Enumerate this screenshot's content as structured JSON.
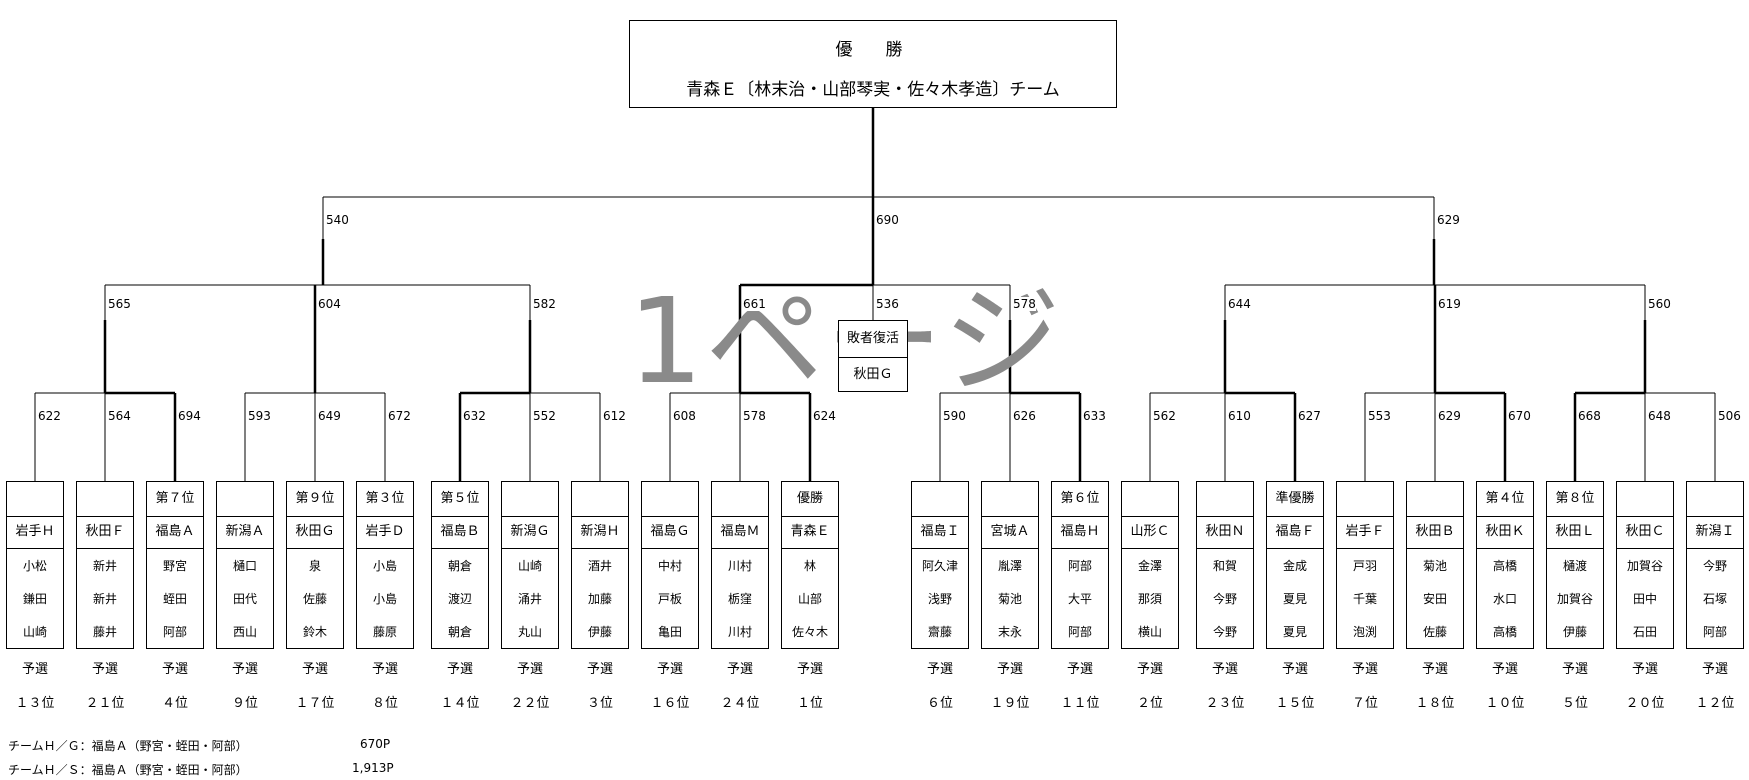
{
  "champion": {
    "title": "優　勝",
    "team_line": "青森Ｅ〔林末治・山部琴実・佐々木孝造〕チーム"
  },
  "watermark": "1ページ",
  "revival": {
    "title": "敗者復活",
    "team": "秋田Ｇ"
  },
  "scores": {
    "top": [
      "540",
      "690",
      "629"
    ],
    "mid": [
      "565",
      "604",
      "582",
      "661",
      "536",
      "578",
      "644",
      "619",
      "560"
    ],
    "low": [
      "622",
      "564",
      "694",
      "593",
      "649",
      "672",
      "632",
      "552",
      "612",
      "608",
      "578",
      "624",
      "590",
      "626",
      "633",
      "562",
      "610",
      "627",
      "553",
      "629",
      "670",
      "668",
      "648",
      "506"
    ]
  },
  "teams": [
    {
      "rank": "",
      "name": "岩手Ｈ",
      "members": [
        "小松",
        "鎌田",
        "山崎"
      ],
      "stage": "予選",
      "place": "１３位"
    },
    {
      "rank": "",
      "name": "秋田Ｆ",
      "members": [
        "新井",
        "新井",
        "藤井"
      ],
      "stage": "予選",
      "place": "２１位"
    },
    {
      "rank": "第７位",
      "name": "福島Ａ",
      "members": [
        "野宮",
        "蛭田",
        "阿部"
      ],
      "stage": "予選",
      "place": "４位"
    },
    {
      "rank": "",
      "name": "新潟Ａ",
      "members": [
        "樋口",
        "田代",
        "西山"
      ],
      "stage": "予選",
      "place": "９位"
    },
    {
      "rank": "第９位",
      "name": "秋田Ｇ",
      "members": [
        "泉",
        "佐藤",
        "鈴木"
      ],
      "stage": "予選",
      "place": "１７位"
    },
    {
      "rank": "第３位",
      "name": "岩手Ｄ",
      "members": [
        "小島",
        "小島",
        "藤原"
      ],
      "stage": "予選",
      "place": "８位"
    },
    {
      "rank": "第５位",
      "name": "福島Ｂ",
      "members": [
        "朝倉",
        "渡辺",
        "朝倉"
      ],
      "stage": "予選",
      "place": "１４位"
    },
    {
      "rank": "",
      "name": "新潟Ｇ",
      "members": [
        "山崎",
        "涌井",
        "丸山"
      ],
      "stage": "予選",
      "place": "２２位"
    },
    {
      "rank": "",
      "name": "新潟Ｈ",
      "members": [
        "酒井",
        "加藤",
        "伊藤"
      ],
      "stage": "予選",
      "place": "３位"
    },
    {
      "rank": "",
      "name": "福島Ｇ",
      "members": [
        "中村",
        "戸板",
        "亀田"
      ],
      "stage": "予選",
      "place": "１６位"
    },
    {
      "rank": "",
      "name": "福島Ｍ",
      "members": [
        "川村",
        "栃窪",
        "川村"
      ],
      "stage": "予選",
      "place": "２４位"
    },
    {
      "rank": "優勝",
      "name": "青森Ｅ",
      "members": [
        "林",
        "山部",
        "佐々木"
      ],
      "stage": "予選",
      "place": "１位"
    },
    {
      "rank": "",
      "name": "福島Ｉ",
      "members": [
        "阿久津",
        "浅野",
        "齋藤"
      ],
      "stage": "予選",
      "place": "６位"
    },
    {
      "rank": "",
      "name": "宮城Ａ",
      "members": [
        "胤澤",
        "菊池",
        "末永"
      ],
      "stage": "予選",
      "place": "１９位"
    },
    {
      "rank": "第６位",
      "name": "福島Ｈ",
      "members": [
        "阿部",
        "大平",
        "阿部"
      ],
      "stage": "予選",
      "place": "１１位"
    },
    {
      "rank": "",
      "name": "山形Ｃ",
      "members": [
        "金澤",
        "那須",
        "横山"
      ],
      "stage": "予選",
      "place": "２位"
    },
    {
      "rank": "",
      "name": "秋田Ｎ",
      "members": [
        "和賀",
        "今野",
        "今野"
      ],
      "stage": "予選",
      "place": "２３位"
    },
    {
      "rank": "準優勝",
      "name": "福島Ｆ",
      "members": [
        "金成",
        "夏見",
        "夏見"
      ],
      "stage": "予選",
      "place": "１５位"
    },
    {
      "rank": "",
      "name": "岩手Ｆ",
      "members": [
        "戸羽",
        "千葉",
        "泡渕"
      ],
      "stage": "予選",
      "place": "７位"
    },
    {
      "rank": "",
      "name": "秋田Ｂ",
      "members": [
        "菊池",
        "安田",
        "佐藤"
      ],
      "stage": "予選",
      "place": "１８位"
    },
    {
      "rank": "第４位",
      "name": "秋田Ｋ",
      "members": [
        "高橋",
        "水口",
        "高橋"
      ],
      "stage": "予選",
      "place": "１０位"
    },
    {
      "rank": "第８位",
      "name": "秋田Ｌ",
      "members": [
        "樋渡",
        "加賀谷",
        "伊藤"
      ],
      "stage": "予選",
      "place": "５位"
    },
    {
      "rank": "",
      "name": "秋田Ｃ",
      "members": [
        "加賀谷",
        "田中",
        "石田"
      ],
      "stage": "予選",
      "place": "２０位"
    },
    {
      "rank": "",
      "name": "新潟Ｉ",
      "members": [
        "今野",
        "石塚",
        "阿部"
      ],
      "stage": "予選",
      "place": "１２位"
    }
  ],
  "footer": [
    {
      "label": "チームＨ／Ｇ：福島Ａ（野宮・蛭田・阿部）",
      "value": "670P"
    },
    {
      "label": "チームＨ／Ｓ：福島Ａ（野宮・蛭田・阿部）",
      "value": "1,913P"
    }
  ]
}
